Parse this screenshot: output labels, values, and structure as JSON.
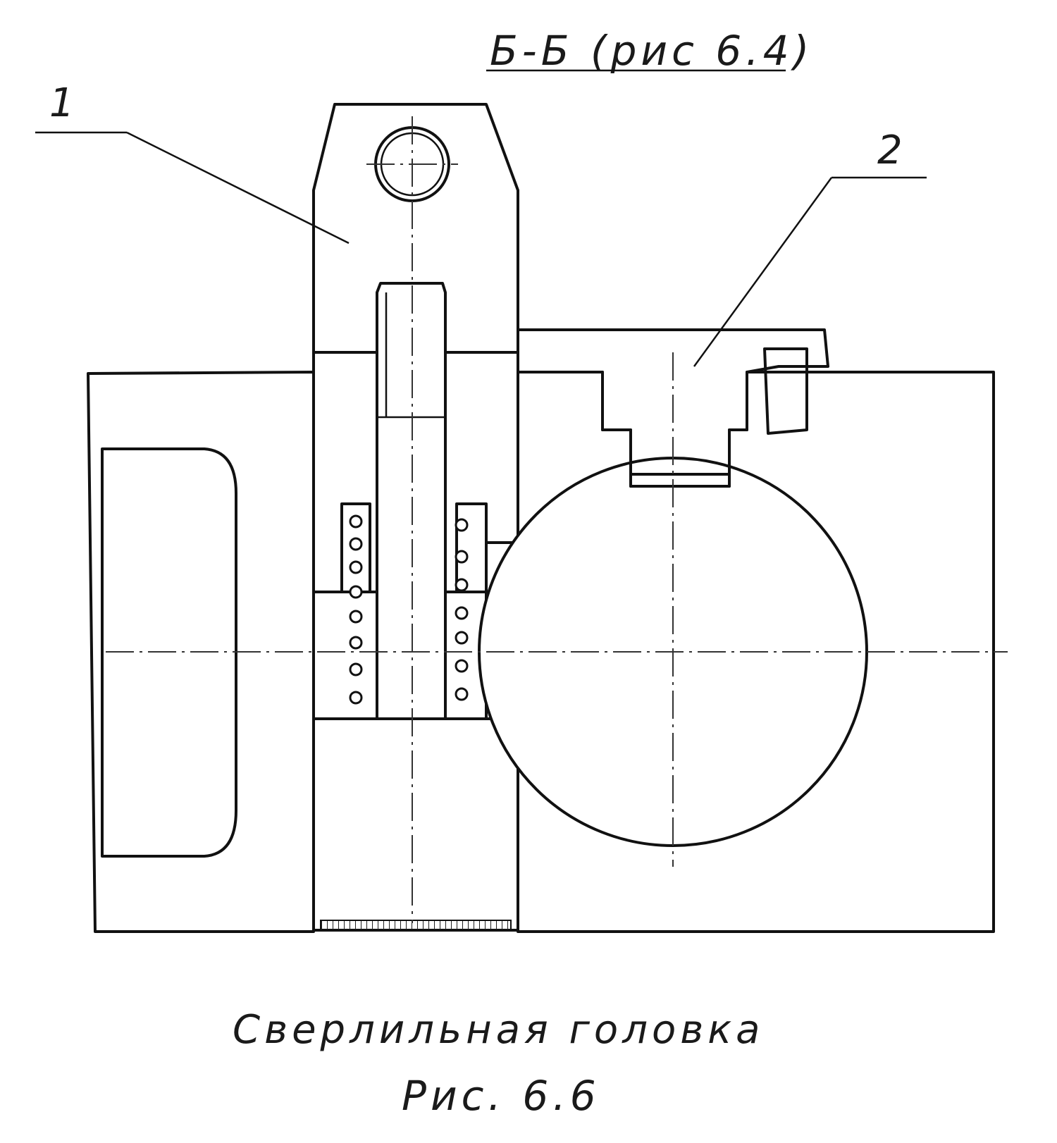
{
  "drawing": {
    "section_label": "Б-Б (рис 6.4)",
    "callouts": [
      {
        "id": "1"
      },
      {
        "id": "2"
      }
    ],
    "caption": "Сверлильная головка",
    "figure_number": "Рис. 6.6",
    "colors": {
      "ink": "#111111",
      "paper": "#ffffff"
    }
  }
}
